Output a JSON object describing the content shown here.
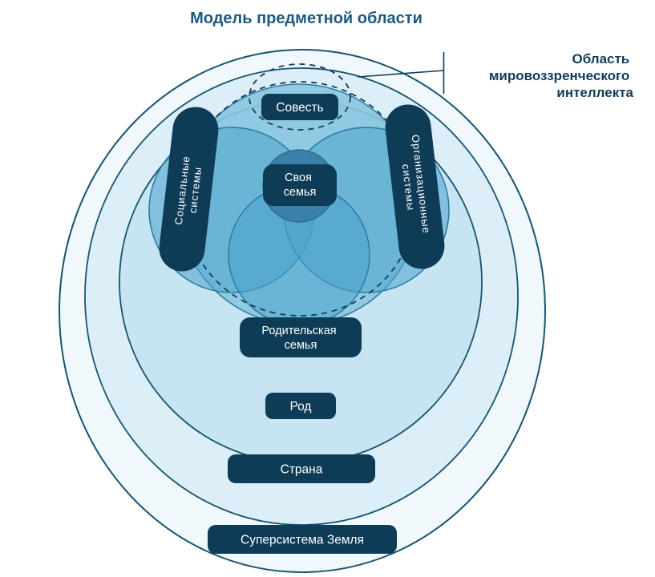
{
  "title": "Модель предметной области",
  "annotation": {
    "line1": "Область",
    "line2": "мировоззренческого",
    "line3": "интеллекта"
  },
  "labels": {
    "conscience": "Совесть",
    "own_family": {
      "line1": "Своя",
      "line2": "семья"
    },
    "social_systems": {
      "line1": "Социальные",
      "line2": "системы"
    },
    "org_systems": {
      "line1": "Организационные",
      "line2": "системы"
    },
    "parental_family": {
      "line1": "Родительская",
      "line2": "семья"
    },
    "clan": "Род",
    "country": "Страна",
    "supersystem_earth": "Суперсистема Земля"
  },
  "colors": {
    "pill": "#0e3c57",
    "pill_text": "#ffffff",
    "title": "#1d5a7e",
    "annotation_text": "#113c58",
    "outer_fill": "#f1f8fc",
    "ring2_fill": "#dceef7",
    "ring3_fill": "#c7e4f2",
    "cluster_fill": "#8ac5e0",
    "lobe_fill": "#4aa2cc",
    "core_fill": "#3a80a8",
    "outline": "#16546f",
    "dashed": "#123c56"
  }
}
